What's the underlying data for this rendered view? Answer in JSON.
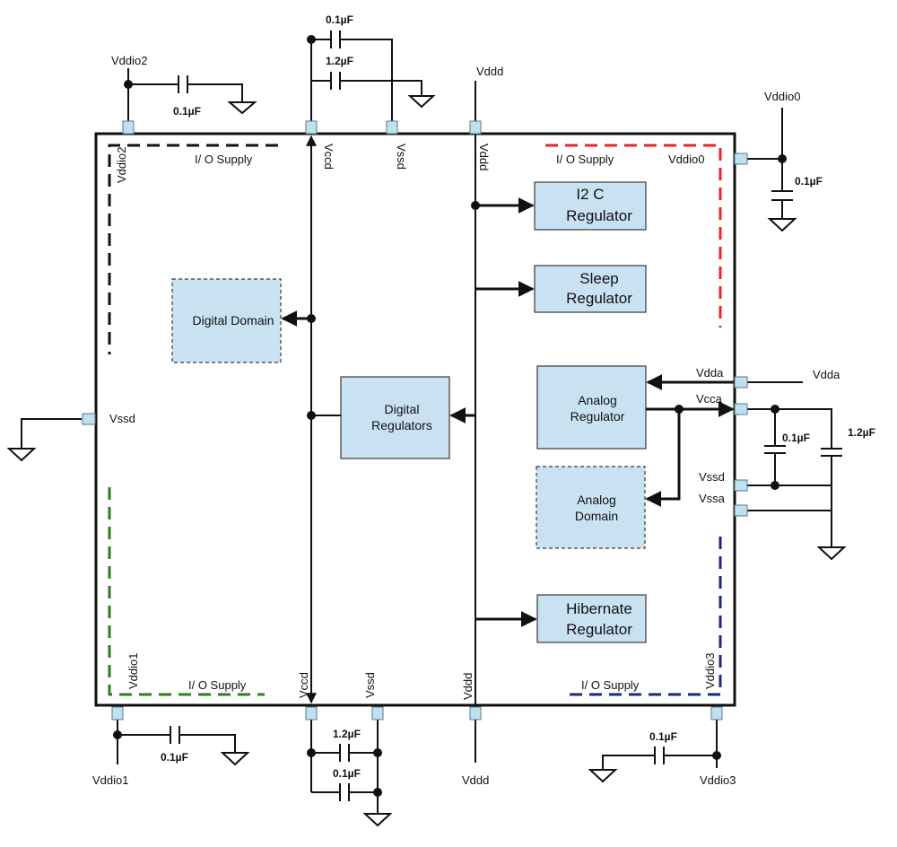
{
  "colors": {
    "chip_border": "#111111",
    "block_fill": "#c9e2f2",
    "pin_fill": "#bfe0ee",
    "supply_black": "#111111",
    "supply_red": "#e8262b",
    "supply_green": "#2e7d1e",
    "supply_navy": "#1a2a78"
  },
  "io_supply": {
    "top_left": "I/ O Supply",
    "top_right": "I/ O Supply",
    "bottom_left": "I/ O Supply",
    "bottom_right": "I/ O Supply"
  },
  "pins": {
    "vddio2": "Vddio2",
    "vccd_top": "Vccd",
    "vssd_top": "Vssd",
    "vddd_top": "Vddd",
    "vddio0": "Vddio0",
    "vssd_left": "Vssd",
    "vdda": "Vdda",
    "vcca": "Vcca",
    "vssd_right": "Vssd",
    "vssa": "Vssa",
    "vddio1": "Vddio1",
    "vccd_bottom": "Vccd",
    "vssd_bottom": "Vssd",
    "vddd_bottom": "Vddd",
    "vddio3": "Vddio3"
  },
  "external": {
    "vddio2": "Vddio2",
    "vddd_top": "Vddd",
    "vddio0": "Vddio0",
    "vdda": "Vdda",
    "vddio1": "Vddio1",
    "vddd_bottom": "Vddd",
    "vddio3": "Vddio3"
  },
  "capacitors": {
    "vddio2": "0.1µF",
    "vccd_top_a": "0.1µF",
    "vccd_top_b": "1.2µF",
    "vddio0": "0.1µF",
    "vcca_a": "0.1µF",
    "vcca_b": "1.2µF",
    "vddio1": "0.1µF",
    "vccd_bottom_a": "1.2µF",
    "vccd_bottom_b": "0.1µF",
    "vddio3": "0.1µF"
  },
  "blocks": {
    "i2c": [
      "I2 C",
      "Regulator"
    ],
    "sleep": [
      "Sleep",
      "Regulator"
    ],
    "digital_domain": "Digital Domain",
    "digital_regulators": [
      "Digital",
      "Regulators"
    ],
    "analog_regulator": [
      "Analog",
      "Regulator"
    ],
    "analog_domain": [
      "Analog",
      "Domain"
    ],
    "hibernate": [
      "Hibernate",
      "Regulator"
    ]
  }
}
